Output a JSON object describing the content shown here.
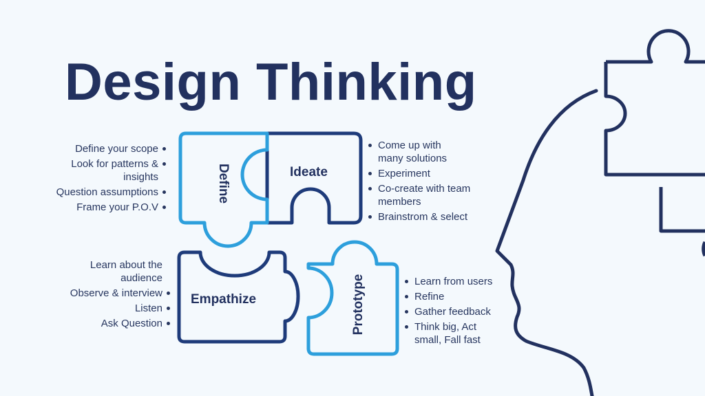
{
  "title": "Design Thinking",
  "colors": {
    "dark": "#22315f",
    "navy": "#1e3b7a",
    "light": "#2d9fdc",
    "background": "#f4f9fd"
  },
  "pieces": {
    "define": {
      "label": "Define"
    },
    "ideate": {
      "label": "Ideate"
    },
    "empathize": {
      "label": "Empathize"
    },
    "prototype": {
      "label": "Prototype"
    }
  },
  "lists": {
    "define": [
      "Define your scope",
      "Look for patterns & insights",
      "Question assumptions",
      "Frame your P.O.V"
    ],
    "ideate": [
      "Come up with many solutions",
      "Experiment",
      "Co-create with team members",
      "Brainstrom & select"
    ],
    "empathize": [
      "Learn about the audience",
      "Observe & interview",
      "Listen",
      "Ask Question"
    ],
    "prototype": [
      "Learn from users",
      "Refine",
      "Gather feedback",
      "Think big, Act small, Fall fast"
    ]
  }
}
